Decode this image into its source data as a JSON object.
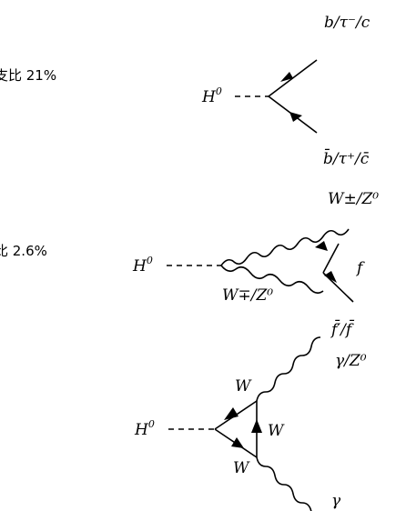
{
  "diagram1": {
    "side_text": "支比 21%",
    "h_label": "H",
    "h_sup": "0",
    "top_label": "b/τ⁻/c",
    "bottom_label": "b̄/τ⁺/c̄"
  },
  "diagram2": {
    "side_text": "比 2.6%",
    "h_label": "H",
    "h_sup": "0",
    "top_label": "W±/Z⁰",
    "mid_label": "W∓/Z⁰",
    "f_label": "f",
    "fbar_label": "f̄′/f̄"
  },
  "diagram3": {
    "h_label": "H",
    "h_sup": "0",
    "w_upper": "W",
    "w_right": "W",
    "w_lower": "W",
    "gamma_z_label": "γ/Z⁰",
    "gamma_label": "γ"
  }
}
